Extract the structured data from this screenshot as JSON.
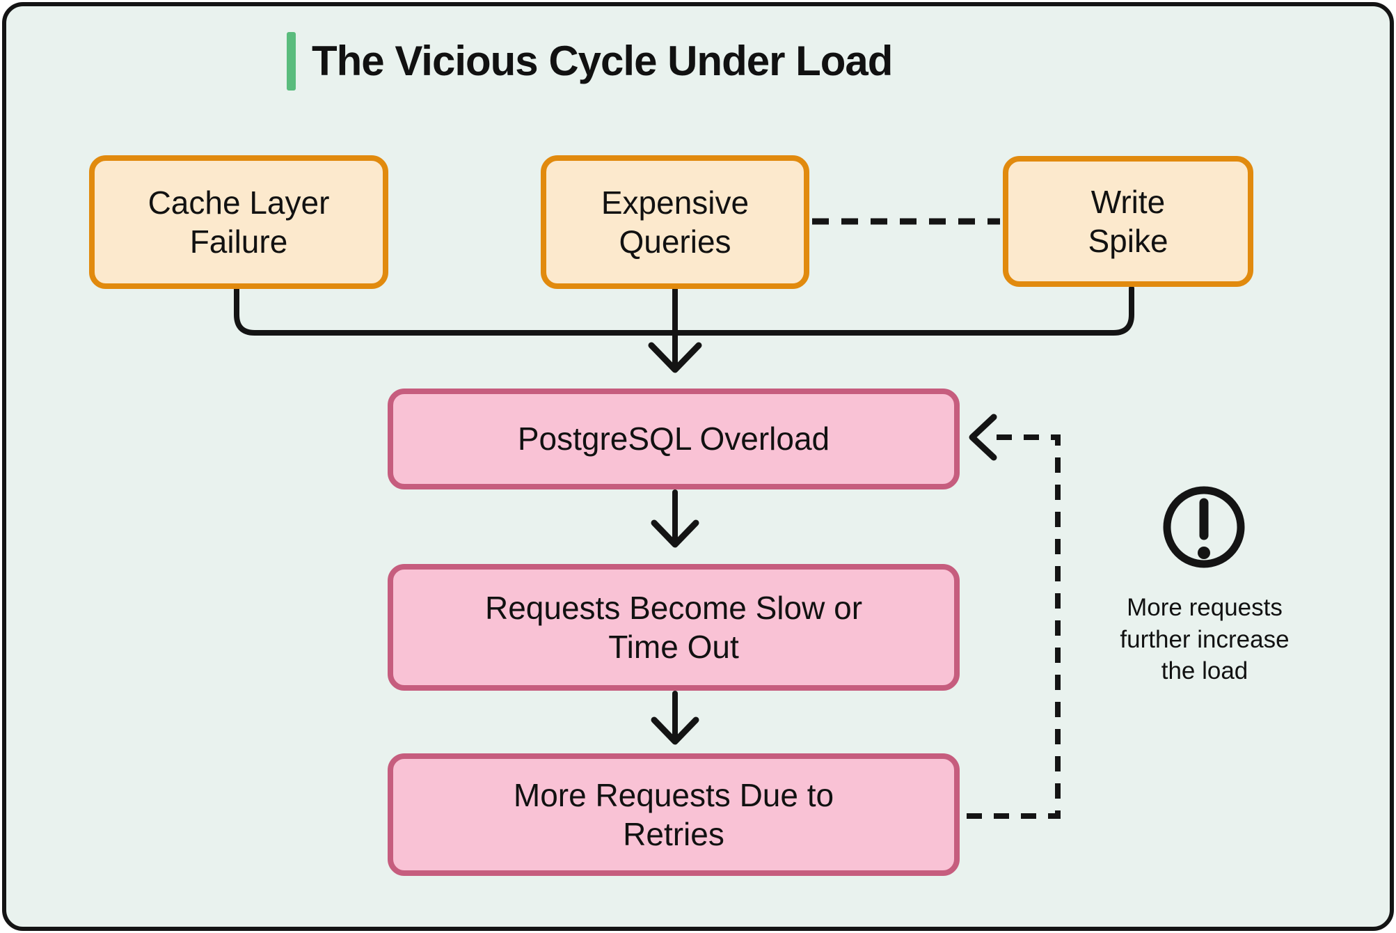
{
  "title": "The Vicious Cycle Under Load",
  "nodes": {
    "cache": {
      "lines": [
        "Cache Layer",
        "Failure"
      ]
    },
    "queries": {
      "lines": [
        "Expensive",
        "Queries"
      ]
    },
    "write": {
      "lines": [
        "Write",
        "Spike"
      ]
    },
    "overload": {
      "lines": [
        "PostgreSQL Overload"
      ]
    },
    "slow": {
      "lines": [
        "Requests Become Slow or",
        "Time Out"
      ]
    },
    "retries": {
      "lines": [
        "More Requests Due to",
        "Retries"
      ]
    }
  },
  "annotation": {
    "icon": "exclamation-circle",
    "lines": [
      "More requests",
      "further increase",
      "the load"
    ]
  },
  "colors": {
    "panel-bg": "#e9f2ee",
    "panel-border": "#141414",
    "accent-green": "#5abc7d",
    "orange-border": "#e18a0e",
    "orange-fill": "#fce9cd",
    "pink-border": "#c65d7e",
    "pink-fill": "#f9c2d5",
    "line-color": "#141414",
    "text-color": "#111111"
  }
}
